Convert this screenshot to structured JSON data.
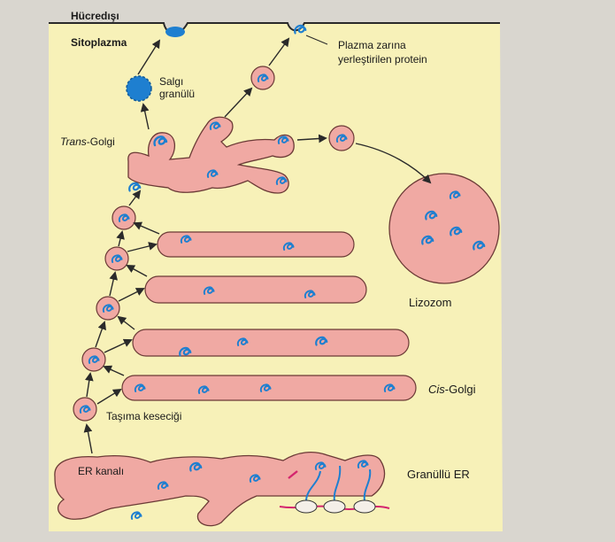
{
  "labels": {
    "extracellular": "Hücredışı",
    "cytoplasm": "Sitoplazma",
    "membrane_protein_line1": "Plazma zarına",
    "membrane_protein_line2": "yerleştirilen protein",
    "secretory_line1": "Salgı",
    "secretory_line2": "granülü",
    "trans_golgi_prefix": "Trans",
    "trans_golgi_suffix": "-Golgi",
    "lysosome": "Lizozom",
    "cis_golgi_prefix": "Cis",
    "cis_golgi_suffix": "-Golgi",
    "transport_vesicle": "Taşıma keseciği",
    "er_channel": "ER kanalı",
    "rough_er": "Granüllü ER"
  },
  "colors": {
    "page": "#d9d6cf",
    "cytoplasm_fill": "#f7f1b8",
    "organelle_fill": "#f0a9a3",
    "organelle_stroke": "#6b3a36",
    "protein": "#1e7fd0",
    "ribosome_fill": "#f4efe8",
    "mrna": "#d4256e",
    "arrow": "#2a2a2a"
  }
}
